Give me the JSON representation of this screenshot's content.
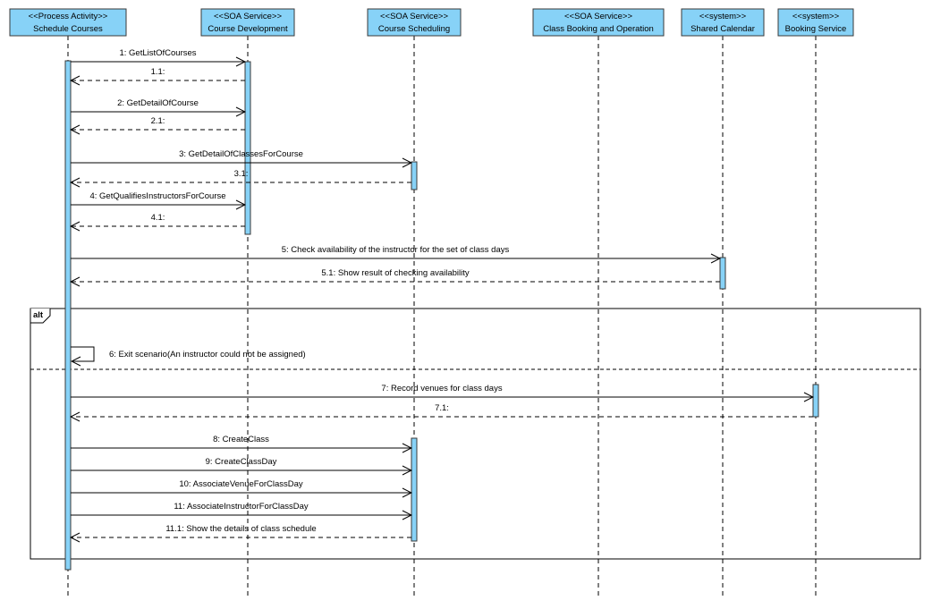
{
  "colors": {
    "box_fill": "#87d2f7",
    "box_stroke": "#3a3a3a",
    "activation_fill": "#87d2f7",
    "line": "#000000",
    "background": "#ffffff"
  },
  "participants": [
    {
      "id": "schedule",
      "stereotype": "<<Process Activity>>",
      "name": "Schedule Courses"
    },
    {
      "id": "development",
      "stereotype": "<<SOA Service>>",
      "name": "Course Development"
    },
    {
      "id": "scheduling",
      "stereotype": "<<SOA Service>>",
      "name": "Course Scheduling"
    },
    {
      "id": "booking_op",
      "stereotype": "<<SOA Service>>",
      "name": "Class Booking and Operation"
    },
    {
      "id": "calendar",
      "stereotype": "<<system>>",
      "name": "Shared Calendar"
    },
    {
      "id": "booking_service",
      "stereotype": "<<system>>",
      "name": "Booking Service"
    }
  ],
  "messages": [
    {
      "label": "1: GetListOfCourses",
      "from": "schedule",
      "to": "development",
      "kind": "call"
    },
    {
      "label": "1.1:",
      "from": "development",
      "to": "schedule",
      "kind": "return"
    },
    {
      "label": "2: GetDetailOfCourse",
      "from": "schedule",
      "to": "development",
      "kind": "call"
    },
    {
      "label": "2.1:",
      "from": "development",
      "to": "schedule",
      "kind": "return"
    },
    {
      "label": "3: GetDetailOfClassesForCourse",
      "from": "schedule",
      "to": "scheduling",
      "kind": "call"
    },
    {
      "label": "3.1:",
      "from": "scheduling",
      "to": "schedule",
      "kind": "return"
    },
    {
      "label": "4: GetQualifiesInstructorsForCourse",
      "from": "schedule",
      "to": "development",
      "kind": "call"
    },
    {
      "label": "4.1:",
      "from": "development",
      "to": "schedule",
      "kind": "return"
    },
    {
      "label": "5: Check availability of the instructor for the set of class days",
      "from": "schedule",
      "to": "calendar",
      "kind": "call"
    },
    {
      "label": "5.1: Show result of checking availability",
      "from": "calendar",
      "to": "schedule",
      "kind": "return"
    },
    {
      "label": "6: Exit scenario(An instructor could not be assigned)",
      "from": "schedule",
      "to": "schedule",
      "kind": "self"
    },
    {
      "label": "7: Record venues for class days",
      "from": "schedule",
      "to": "booking_service",
      "kind": "call"
    },
    {
      "label": "7.1:",
      "from": "booking_service",
      "to": "schedule",
      "kind": "return"
    },
    {
      "label": "8: CreateClass",
      "from": "schedule",
      "to": "scheduling",
      "kind": "call"
    },
    {
      "label": "9: CreateClassDay",
      "from": "schedule",
      "to": "scheduling",
      "kind": "call"
    },
    {
      "label": "10: AssociateVenueForClassDay",
      "from": "schedule",
      "to": "scheduling",
      "kind": "call"
    },
    {
      "label": "11: AssociateInstructorForClassDay",
      "from": "schedule",
      "to": "scheduling",
      "kind": "call"
    },
    {
      "label": "11.1: Show the details of class schedule",
      "from": "scheduling",
      "to": "schedule",
      "kind": "return"
    }
  ],
  "fragment": {
    "operator": "alt"
  }
}
